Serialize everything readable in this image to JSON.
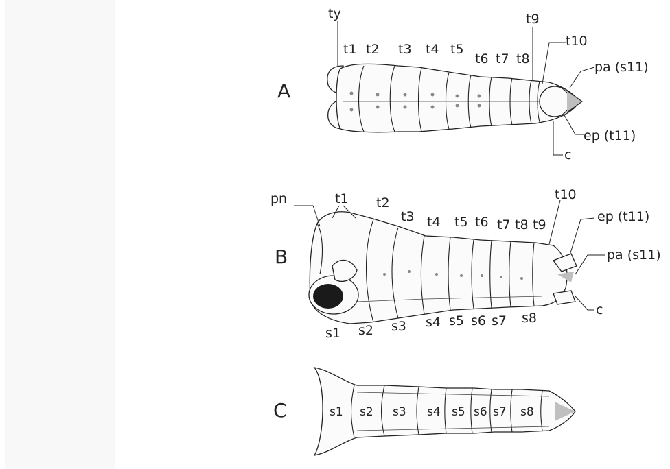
{
  "figure": {
    "panel_A": {
      "letter": "A",
      "labels": {
        "ty": "ty",
        "t1": "t1",
        "t2": "t2",
        "t3": "t3",
        "t4": "t4",
        "t5": "t5",
        "t6": "t6",
        "t7": "t7",
        "t8": "t8",
        "t9": "t9",
        "t10": "t10",
        "pa": "pa (s11)",
        "ep": "ep (t11)",
        "c": "c"
      }
    },
    "panel_B": {
      "letter": "B",
      "labels": {
        "pn": "pn",
        "t1": "t1",
        "t2": "t2",
        "t3": "t3",
        "t4": "t4",
        "t5": "t5",
        "t6": "t6",
        "t7": "t7",
        "t8": "t8",
        "t9": "t9",
        "t10": "t10",
        "ep": "ep (t11)",
        "pa": "pa (s11)",
        "c": "c",
        "s1": "s1",
        "s2": "s2",
        "s3": "s3",
        "s4": "s4",
        "s5": "s5",
        "s6": "s6",
        "s7": "s7",
        "s8": "s8"
      }
    },
    "panel_C": {
      "letter": "C",
      "labels": {
        "s1": "s1",
        "s2": "s2",
        "s3": "s3",
        "s4": "s4",
        "s5": "s5",
        "s6": "s6",
        "s7": "s7",
        "s8": "s8"
      }
    }
  }
}
